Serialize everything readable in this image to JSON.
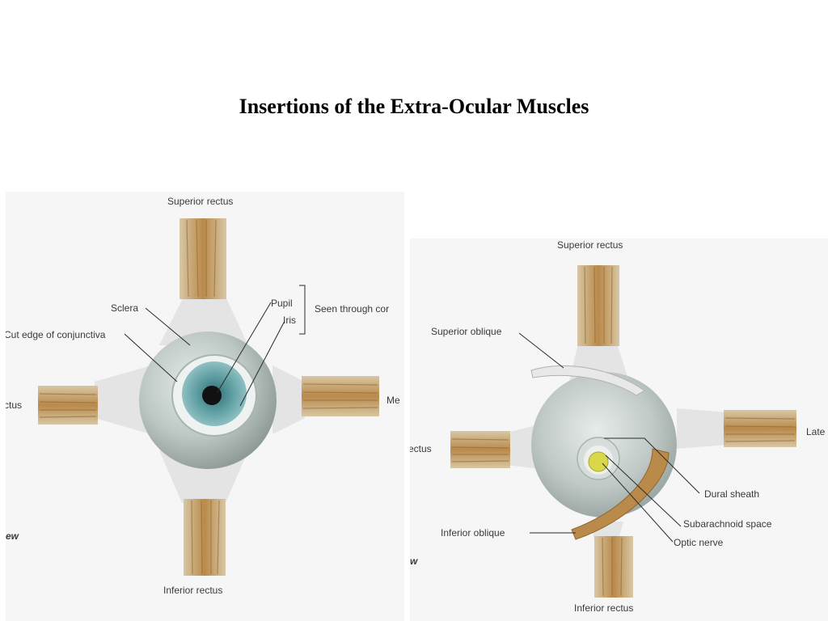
{
  "title": "Insertions of the Extra-Ocular Muscles",
  "left_panel": {
    "labels": {
      "superior_rectus": "Superior rectus",
      "sclera": "Sclera",
      "pupil": "Pupil",
      "iris": "Iris",
      "seen_through": "Seen through cor",
      "cut_edge": "Cut edge of conjunctiva",
      "lateral_rectus_partial": "ctus",
      "medial_rectus_partial": "Me",
      "view_partial": "ew",
      "inferior_rectus": "Inferior rectus"
    }
  },
  "right_panel": {
    "labels": {
      "superior_rectus": "Superior rectus",
      "superior_oblique": "Superior oblique",
      "lateral_partial": "Late",
      "rectus_partial": "ectus",
      "dural_sheath": "Dural sheath",
      "subarachnoid_space": "Subarachnoid space",
      "optic_nerve": "Optic nerve",
      "inferior_oblique": "Inferior oblique",
      "view_partial": "w",
      "inferior_rectus": "Inferior rectus"
    }
  },
  "colors": {
    "panel_background": "#f6f6f7",
    "muscle": "#b98a4a",
    "tendon": "#e6e6e6",
    "eyeball": "#bcc7c3",
    "iris": "#5e9ea2",
    "optic_nerve": "#d8d84a"
  }
}
